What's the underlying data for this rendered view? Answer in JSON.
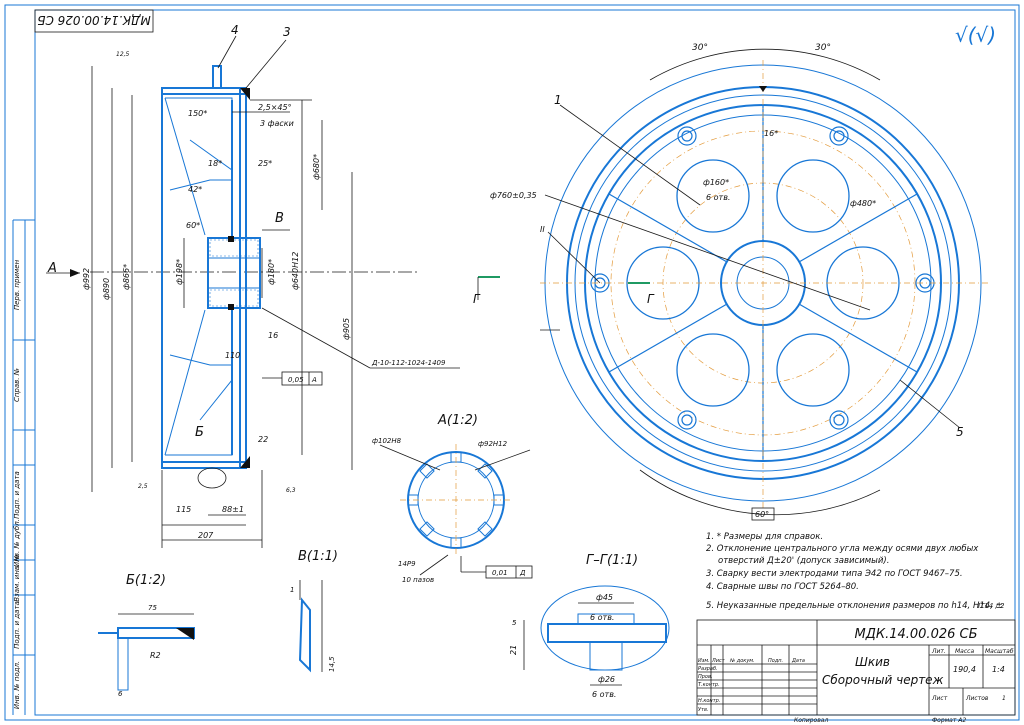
{
  "stamp_top": "МДК.14.00.026 СБ",
  "roughness_symbol": "√(√)",
  "side_labels": [
    "Перв. примен",
    "Справ. №",
    "Подп. и дата",
    "Инв. № дубл.",
    "Взам. инв. №",
    "Подп. и дата",
    "Инв. № подл."
  ],
  "views": {
    "A_arrow": "А",
    "B_callout": "В",
    "Bb_callout": "Б",
    "G1": "Г",
    "G2": "Г",
    "II": "II",
    "leaders": [
      "1",
      "3",
      "4",
      "5"
    ],
    "section_A": "А(1:2)",
    "section_B": "В(1:1)",
    "section_Bb": "Б(1:2)",
    "section_G": "Г–Г(1:1)"
  },
  "dims": {
    "d992": "ф992",
    "d890": "ф890",
    "d866": "ф866*",
    "d198": "ф198*",
    "d180": "ф180*",
    "d640": "ф640Н12",
    "d905": "ф905",
    "d680": "ф680*",
    "a150": "150*",
    "c25": "2,5×45°",
    "fas": "3 фаски",
    "a18": "18*",
    "a25": "25*",
    "a42": "42*",
    "a60": "60*",
    "a16": "16",
    "a110": "110",
    "a22": "22",
    "a115": "115",
    "a88": "88±1",
    "a207": "207",
    "r25": "12,5",
    "r63": "6,3",
    "r25b": "2,5",
    "tol005": "0,05",
    "datumA": "А",
    "weld": "Д-10-112-1024-1409",
    "a30l": "30°",
    "a30r": "30°",
    "a60b": "60°",
    "d760": "ф760±0,35",
    "d160": "ф160*",
    "otv6": "6 отв.",
    "d480": "ф480*",
    "a16c": "16*",
    "d102": "ф102Н8",
    "d92": "ф92Н12",
    "w14": "14Р9",
    "pazov": "10 пазов",
    "tol001": "0,01",
    "datumD": "Д",
    "b75": "75",
    "r2": "R2",
    "b6": "6",
    "v1": "1",
    "v145": "14,5",
    "g45": "ф45",
    "g6a": "6 отв.",
    "g26": "ф26",
    "g6b": "6 отв.",
    "g21": "21",
    "g5": "5"
  },
  "notes": [
    "1. * Размеры для справок.",
    "2. Отклонение центрального угла между осями двух любых",
    "отверстий Д±20' (допуск зависимый).",
    "3. Сварку вести электродами типа Э42 по ГОСТ 9467–75.",
    "4. Сварные швы по ГОСТ 5264–80.",
    "5. Неуказанные предельные отклонения размеров по h14, H14, ±"
  ],
  "note5_frac": "IT14 / 2",
  "title_block": {
    "code": "МДК.14.00.026 СБ",
    "name1": "Шкив",
    "name2": "Сборочный чертеж",
    "h_lit": "Лит.",
    "h_mass": "Масса",
    "h_scale": "Масштаб",
    "mass": "190,4",
    "scale": "1:4",
    "list": "Лист",
    "listov": "Листов",
    "listov_n": "1",
    "cols": [
      "Изм.",
      "Лист",
      "№ докум.",
      "Подп.",
      "Дата"
    ],
    "rows": [
      "Разраб.",
      "Пров.",
      "Т.контр.",
      "",
      "Н.контр.",
      "Утв."
    ]
  },
  "footer": {
    "copied": "Копировал",
    "format": "Формат   А2"
  }
}
